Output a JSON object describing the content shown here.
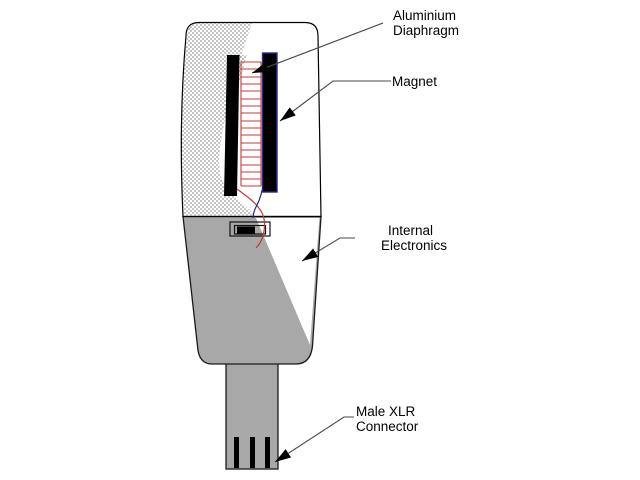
{
  "diagram": {
    "subject": "ribbon-microphone-cross-section",
    "labels": {
      "aluminium_diaphragm": {
        "lines": [
          "Aluminium",
          "Diaphragm"
        ]
      },
      "magnet": {
        "lines": [
          "Magnet"
        ]
      },
      "internal_electronics": {
        "lines": [
          "Internal",
          "Electronics"
        ]
      },
      "male_xlr_connector": {
        "lines": [
          "Male XLR",
          "Connector"
        ]
      }
    }
  },
  "colors": {
    "ribbon_red": "#c23b3b",
    "magnet_outline_blue": "#2a2a90",
    "body_gray": "#a8a8a8",
    "leader_gray": "#4a4a4a"
  }
}
